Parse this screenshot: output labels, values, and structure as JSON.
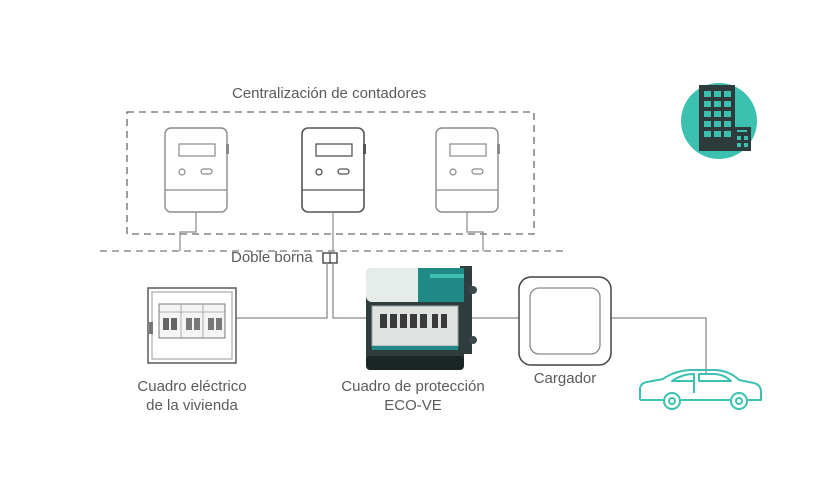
{
  "labels": {
    "meters_group": "Centralización de contadores",
    "double_terminal": "Doble borna",
    "home_panel_line1": "Cuadro eléctrico",
    "home_panel_line2": "de la vivienda",
    "protection_line1": "Cuadro de protección",
    "protection_line2": "ECO-VE",
    "charger": "Cargador"
  },
  "icons": {
    "building": "building-icon",
    "car": "car-icon"
  },
  "colors": {
    "line": "#8a8a8a",
    "accent": "#3cc1b0",
    "dark": "#2a3a3c",
    "device_green": "#1f8a86"
  }
}
